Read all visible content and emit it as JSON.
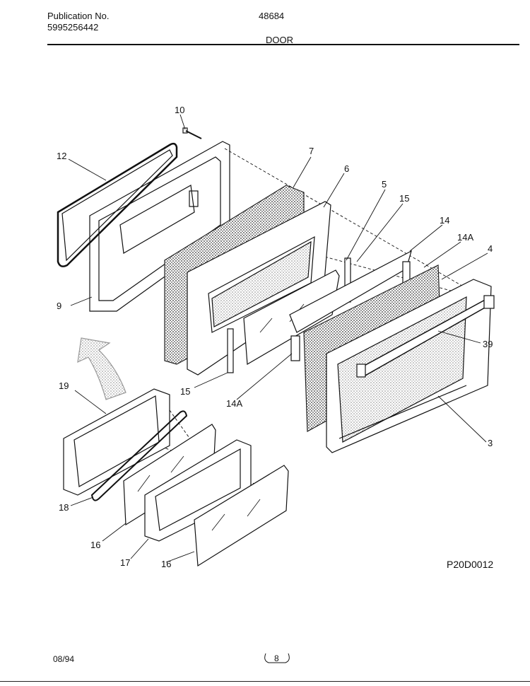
{
  "header": {
    "publication_label": "Publication No.",
    "publication_number": "5995256442",
    "model": "48684",
    "section": "DOOR"
  },
  "footer": {
    "date": "08/94",
    "page": "8"
  },
  "drawing_code": "P20D0012",
  "callouts": {
    "c10": "10",
    "c12": "12",
    "c7": "7",
    "c6": "6",
    "c5": "5",
    "c15a": "15",
    "c14": "14",
    "c14a_top": "14A",
    "c4": "4",
    "c9": "9",
    "c39": "39",
    "c15b": "15",
    "c14a_bottom": "14A",
    "c19": "19",
    "c3": "3",
    "c18": "18",
    "c16a": "16",
    "c17": "17",
    "c16b": "16"
  }
}
